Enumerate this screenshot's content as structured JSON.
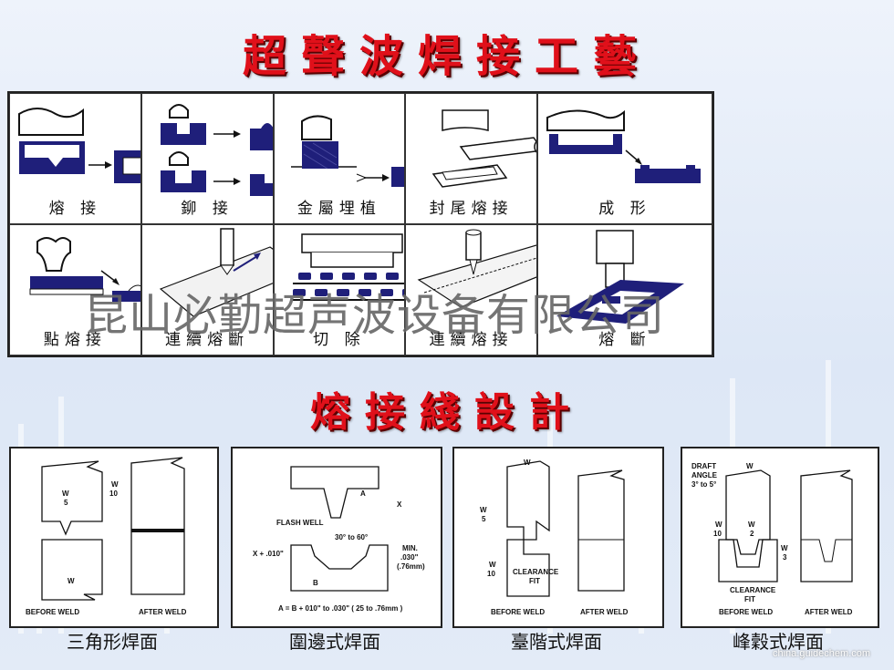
{
  "title_main": "超聲波焊接工藝",
  "title_design": "熔接綫設計",
  "processes_row1": [
    "熔 接",
    "鉚 接",
    "金屬埋植",
    "封尾熔接",
    "成 形"
  ],
  "processes_row2": [
    "點熔接",
    "連續熔斷",
    "切 除",
    "連續熔接",
    "熔 斷"
  ],
  "watermark": "昆山必勤超声波设备有限公司",
  "designs": [
    "三角形焊面",
    "圍邊式焊面",
    "臺階式焊面",
    "峰穀式焊面"
  ],
  "diagram_text": {
    "before_weld": "BEFORE WELD",
    "after_weld": "AFTER WELD",
    "w": "W",
    "w5": "5",
    "w10": "10",
    "w2": "2",
    "w3": "3",
    "flash_well": "FLASH WELL",
    "a": "A",
    "b": "B",
    "x": "X",
    "x_plus": "X + .010\"",
    "angle": "30° to 60°",
    "min": "MIN.",
    "min_val": ".030\"",
    "min_mm": "(.76mm)",
    "formula": "A = B + 010\" to .030\" ( 25 to .76mm )",
    "clearance": "CLEARANCE",
    "fit": "FIT",
    "draft": "DRAFT",
    "draft_angle": "ANGLE",
    "draft_val": "3° to 5°"
  },
  "colors": {
    "title": "#e0101a",
    "navy": "#1f1f7a"
  },
  "site": "china.guidechem.com"
}
